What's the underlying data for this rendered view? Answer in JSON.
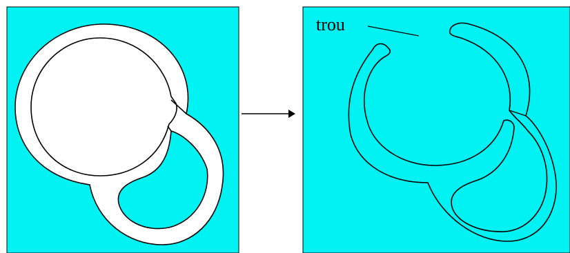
{
  "colors": {
    "background": "#00f2f2",
    "ring_fill": "#ffffff",
    "outline": "#000000"
  },
  "left_panel": {
    "description_shape": "white ring with attached loop"
  },
  "arrow": {
    "direction": "right"
  },
  "right_panel": {
    "annotation_label": "trou"
  }
}
